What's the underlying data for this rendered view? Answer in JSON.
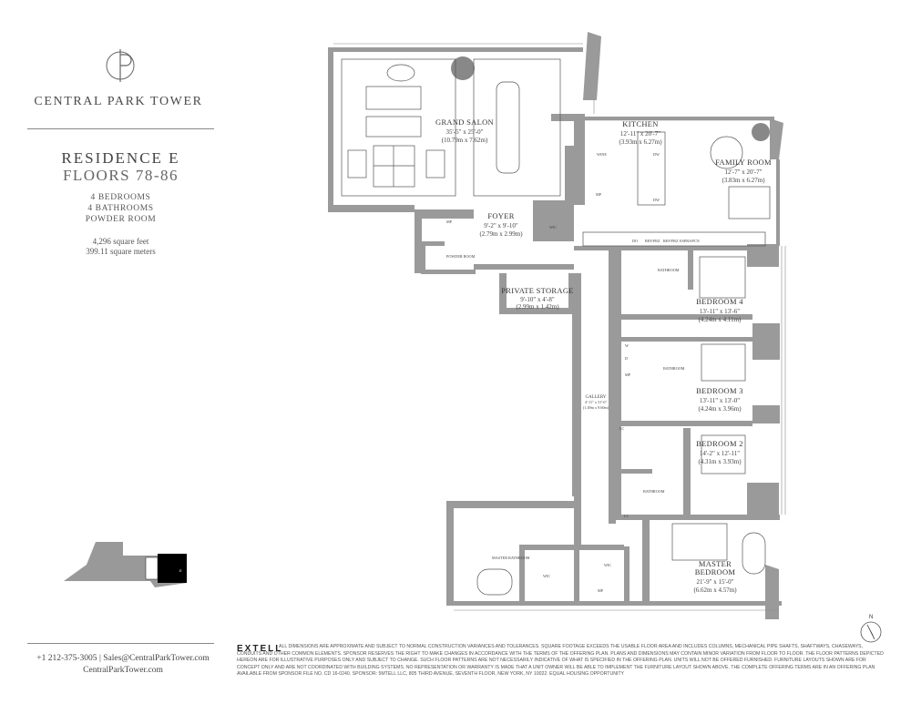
{
  "brand": {
    "name": "CENTRAL PARK TOWER",
    "logo_icon": "cpt-monogram-icon"
  },
  "residence": {
    "title": "RESIDENCE E",
    "floors": "FLOORS 78-86",
    "bedrooms": "4 BEDROOMS",
    "bathrooms": "4 BATHROOMS",
    "powder": "POWDER ROOM",
    "sqft": "4,296 square feet",
    "sqm": "399.11 square meters"
  },
  "contact": {
    "phone": "+1 212-375-3005",
    "separator": "|",
    "email": "Sales@CentralParkTower.com",
    "website": "CentralParkTower.com"
  },
  "developer": {
    "name": "EXTELL"
  },
  "disclaimer": "All dimensions are approximate and subject to normal construction variances and tolerances. Square footage exceeds the usable floor area and includes columns, mechanical pipe shafts, shaftways, chaseways, conduits and other common elements. Sponsor reserves the right to make changes in accordance with the terms of the offering plan. Plans and dimensions may contain minor variation from floor to floor. The floor patterns depicted hereon are for illustrative purposes only and subject to change. Such floor patterns are not necessarily indicative of what is specified in the offering plan. Units will not be offered furnished. Furniture layouts shown are for concept only and are not coordinated with building systems. No representation or warranty is made that a unit owner will be able to implement the furniture layout shown above. The complete offering terms are in an offering plan available from sponsor file no. CD 16-0240. Sponsor: 5MTELL LLC, 805 Third Avenue, Seventh Floor, New York, NY 10022. Equal Housing Opportunity",
  "rooms": {
    "grand_salon": {
      "name": "GRAND SALON",
      "dim1": "35'-5\" x 25'-0\"",
      "dim2": "(10.79m x 7.62m)"
    },
    "kitchen": {
      "name": "KITCHEN",
      "dim1": "12'-11\" x 20'-7\"",
      "dim2": "(3.93m x 6.27m)"
    },
    "family_room": {
      "name": "FAMILY ROOM",
      "dim1": "12'-7\" x 20'-7\"",
      "dim2": "(3.83m x 6.27m)"
    },
    "foyer": {
      "name": "FOYER",
      "dim1": "9'-2\" x 9'-10\"",
      "dim2": "(2.79m x 2.99m)"
    },
    "private_storage": {
      "name": "PRIVATE STORAGE",
      "dim1": "9'-10\" x 4'-8\"",
      "dim2": "(2.99m x 1.42m)"
    },
    "bedroom4": {
      "name": "BEDROOM 4",
      "dim1": "13'-11\" x 13'-6\"",
      "dim2": "(4.24m x 4.11m)"
    },
    "bedroom3": {
      "name": "BEDROOM 3",
      "dim1": "13'-11\" x 13'-0\"",
      "dim2": "(4.24m x 3.96m)"
    },
    "bedroom2": {
      "name": "BEDROOM 2",
      "dim1": "14'-2\" x 12'-11\"",
      "dim2": "(4.31m x 3.93m)"
    },
    "master_bedroom": {
      "name1": "MASTER",
      "name2": "BEDROOM",
      "dim1": "21'-9\" x 15'-0\"",
      "dim2": "(6.62m x 4.57m)"
    },
    "gallery": {
      "name": "GALLERY",
      "dim1": "4'-11\" x 31'-6\"",
      "dim2": "(1.49m x 9.60m)"
    }
  },
  "labels": {
    "wine": "WINE",
    "mp": "MP",
    "wic": "WIC",
    "dw": "DW",
    "do": "DO",
    "refr": "REF/FRZ",
    "espresso": "ESPR/SPCN",
    "bathroom": "BATHROOM",
    "powder_room": "POWDER ROOM",
    "master_bathroom": "MASTER BATHROOM",
    "lc": "LC",
    "w": "W",
    "d": "D"
  },
  "compass": {
    "north": "N",
    "icon": "north-arrow-icon"
  },
  "key_plan": {
    "icon": "key-plan-icon",
    "unit_letter": "E"
  },
  "colors": {
    "wall": "#9a9a9a",
    "line": "#6a6a6a",
    "text": "#444444",
    "key_highlight": "#000000"
  }
}
